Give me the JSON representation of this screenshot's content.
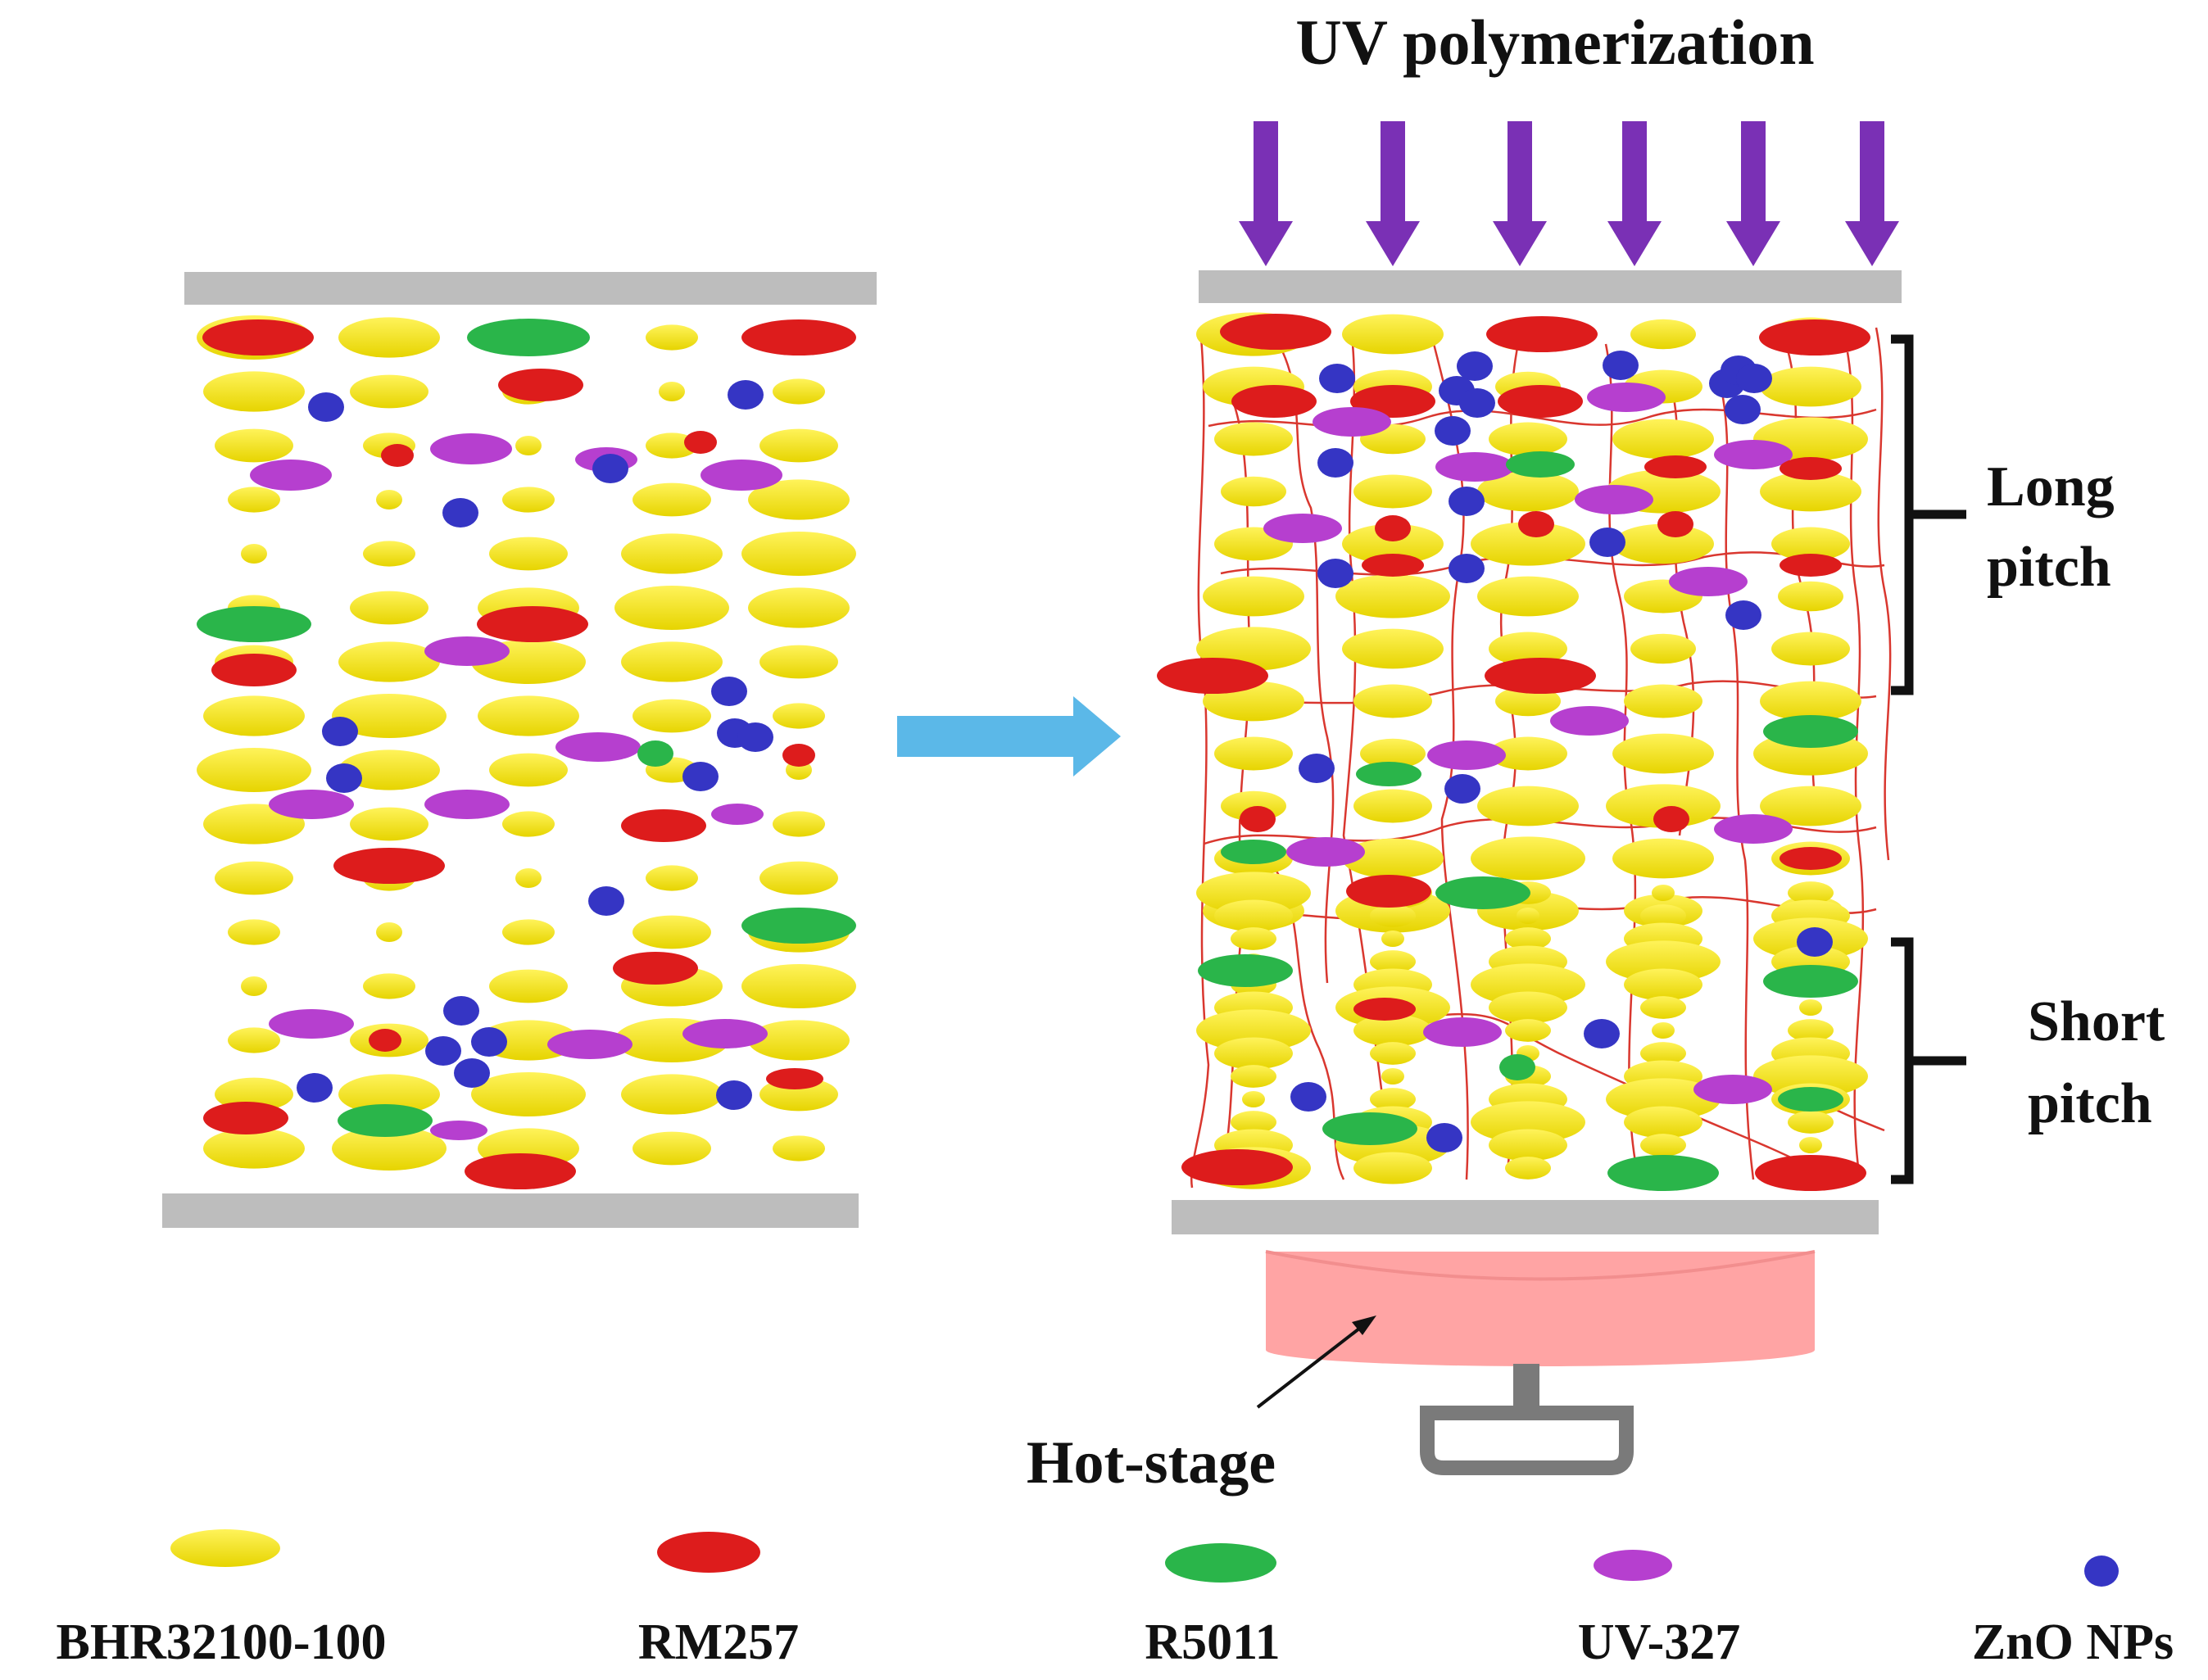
{
  "title": "UV polymerization",
  "pitch_labels": {
    "long": [
      "Long",
      "pitch"
    ],
    "short": [
      "Short",
      "pitch"
    ]
  },
  "hot_stage_label": "Hot-stage",
  "legend": [
    {
      "label": "BHR32100-100",
      "shape": "yellow-ellipse"
    },
    {
      "label": "RM257",
      "shape": "red-ellipse"
    },
    {
      "label": "R5011",
      "shape": "green-ellipse"
    },
    {
      "label": "UV-327",
      "shape": "purple-ellipse"
    },
    {
      "label": "ZnO NPs",
      "shape": "blue-dot"
    }
  ],
  "colors": {
    "BHR32100-100": "#f2e600",
    "RM257": "#dd1c1c",
    "R5011": "#2ab54a",
    "UV-327": "#b63fcf",
    "ZnO NPs": "#3535c4",
    "substrate": "#bdbdbd",
    "uv_arrow": "#7a30b5",
    "process_arrow": "#5bb8e8",
    "polymer_network": "#d9372f",
    "hot_stage": "#ffa4a4",
    "hot_stage_stand": "#7a7a7a",
    "bracket": "#111111"
  },
  "icons": {
    "uv_arrows": "down-arrow-icon",
    "process_arrow": "right-arrow-icon",
    "pitch_brackets": "bracket-icon",
    "hot_stage": "hot-stage-icon"
  }
}
